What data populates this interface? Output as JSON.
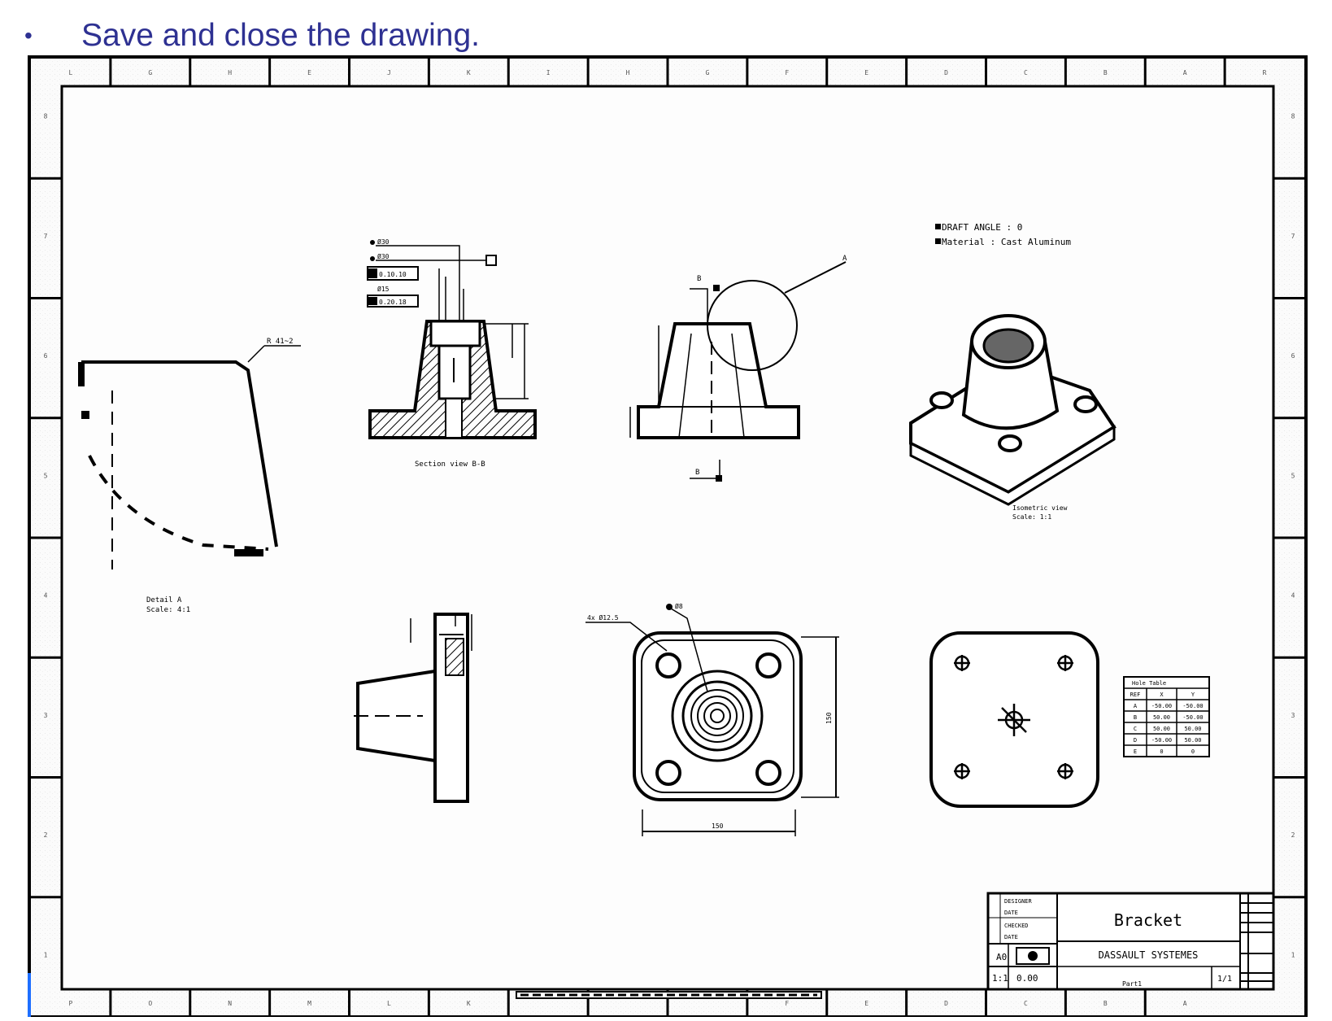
{
  "instruction": {
    "bullet": "•",
    "text": "Save and close the drawing."
  },
  "frame": {
    "top_letters": [
      "L",
      "G",
      "H",
      "E",
      "J",
      "K",
      "I",
      "H",
      "G",
      "F",
      "E",
      "D",
      "C",
      "B",
      "A",
      "R"
    ],
    "bottom_letters": [
      "P",
      "O",
      "N",
      "M",
      "L",
      "K",
      "",
      "",
      "",
      "F",
      "E",
      "D",
      "C",
      "B",
      "A"
    ],
    "right_numbers": [
      "8",
      "7",
      "6",
      "5",
      "4",
      "3",
      "2",
      "1"
    ],
    "left_numbers": [
      "8",
      "7",
      "6",
      "5",
      "4",
      "3",
      "2",
      "1"
    ]
  },
  "views": {
    "detail_view": {
      "title": "Detail A",
      "scale": "Scale: 4:1",
      "callout": "R 41~2"
    },
    "section_view": {
      "title": "Section view B-B",
      "dims": [
        "Ø30",
        "Ø30",
        "0.10.10",
        "Ø15",
        "0.20.18"
      ]
    },
    "front_view": {
      "label_b_top": "B",
      "label_b_bottom": "B",
      "callout": "A"
    },
    "isometric_view": {
      "title": "Isometric view",
      "scale": "Scale: 1:1"
    },
    "notes": {
      "line1": "DRAFT ANGLE : 0",
      "line2": "Material : Cast Aluminum"
    },
    "side_view": {},
    "top_view": {
      "dim_width": "150",
      "dim_height": "150",
      "callout_hole": "Ø8",
      "callout_holes": "4x Ø12.5"
    },
    "bottom_view": {},
    "hole_table": {
      "title": "Hole Table",
      "rows": [
        [
          "REF",
          "X",
          "Y"
        ],
        [
          "A",
          "-50.00",
          "-50.00"
        ],
        [
          "B",
          "50.00",
          "-50.00"
        ],
        [
          "C",
          "50.00",
          "50.00"
        ],
        [
          "D",
          "-50.00",
          "50.00"
        ],
        [
          "E",
          "0",
          "0"
        ]
      ]
    }
  },
  "title_block": {
    "part_name": "Bracket",
    "company": "DASSAULT SYSTEMES",
    "size": "A0",
    "scale": "1:1",
    "weight": "0.00",
    "sheet": "1/1",
    "drawing_name": "Part1",
    "designer_labels": [
      "DESIGNER",
      "CHECKED"
    ],
    "dates": [
      "DATE",
      "DATE"
    ]
  }
}
